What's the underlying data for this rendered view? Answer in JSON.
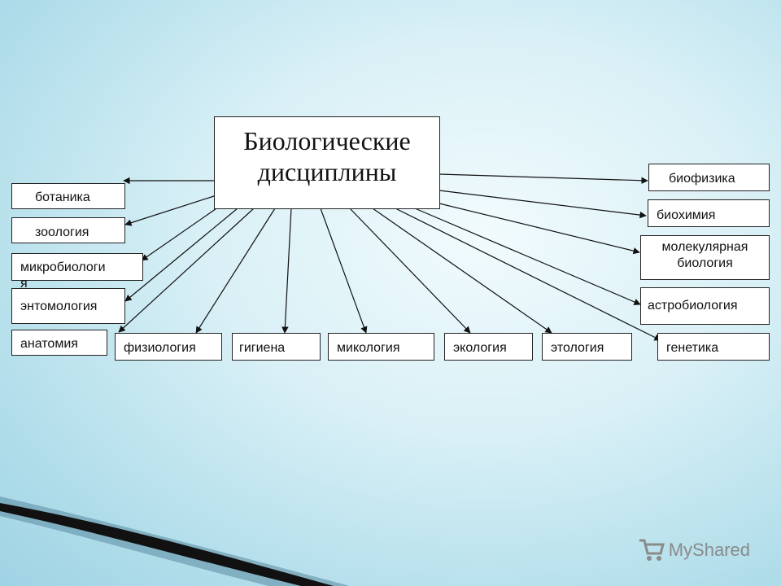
{
  "center": {
    "line1": "Биологические",
    "line2": "дисциплины"
  },
  "disciplines": [
    {
      "id": "botany",
      "label": "ботаника"
    },
    {
      "id": "zoology",
      "label": "зоология"
    },
    {
      "id": "microbiology",
      "label": "микробиологи",
      "overflow": "я"
    },
    {
      "id": "entomology",
      "label": "энтомология"
    },
    {
      "id": "anatomy",
      "label": "анатомия"
    },
    {
      "id": "physiology",
      "label": "физиология"
    },
    {
      "id": "hygiene",
      "label": "гигиена"
    },
    {
      "id": "mycology",
      "label": "микология"
    },
    {
      "id": "ecology",
      "label": "экология"
    },
    {
      "id": "ethology",
      "label": "этология"
    },
    {
      "id": "genetics",
      "label": "генетика"
    },
    {
      "id": "astrobiology",
      "label": "астробиология"
    },
    {
      "id": "molecular",
      "line1": "молекулярная",
      "line2": "биология"
    },
    {
      "id": "biochemistry",
      "label": "биохимия"
    },
    {
      "id": "biophysics",
      "label": "биофизика"
    }
  ],
  "watermark": {
    "text": "MyShared"
  },
  "colors": {
    "swoosh": "#111111",
    "box_border": "#222222"
  }
}
